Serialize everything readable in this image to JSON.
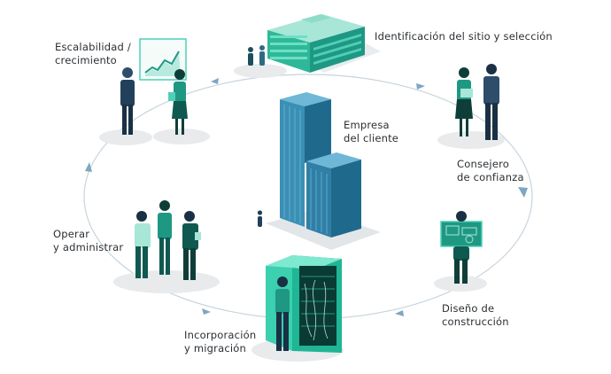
{
  "diagram": {
    "center": {
      "line1": "Empresa",
      "line2": "del cliente"
    },
    "stages": [
      {
        "id": "site",
        "line1": "Identificación del sitio y selección",
        "line2": ""
      },
      {
        "id": "advisor",
        "line1": "Consejero",
        "line2": "de confianza"
      },
      {
        "id": "design",
        "line1": "Diseño de",
        "line2": "construcción"
      },
      {
        "id": "migration",
        "line1": "Incorporación",
        "line2": "y migración"
      },
      {
        "id": "operate",
        "line1": "Operar",
        "line2": "y administrar"
      },
      {
        "id": "growth",
        "line1": "Escalabilidad /",
        "line2": "crecimiento"
      }
    ]
  },
  "colors": {
    "teal_dark": "#0f5a50",
    "teal_mid": "#1f9883",
    "teal_light": "#4fd0b6",
    "mint": "#a8e6d8",
    "blue_tower": "#3a8fb5",
    "blue_tower_dark": "#1f6a8c",
    "navy": "#23405a",
    "ring": "#c7d4dc",
    "arrow": "#7fa6c2",
    "shadow": "#e8eaec"
  }
}
